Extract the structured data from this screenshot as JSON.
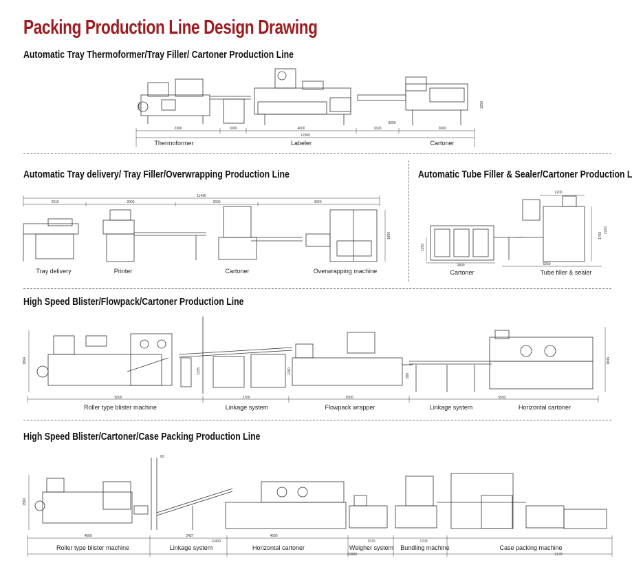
{
  "title": "Packing Production Line Design Drawing",
  "sections": {
    "s1": {
      "heading": "Automatic Tray Thermoformer/Tray Filler/ Cartoner Production Line",
      "labels": [
        "Thermoformer",
        "Labeler",
        "Cartoner"
      ],
      "dims": [
        "2300",
        "1000",
        "4000",
        "1600",
        "2600",
        "12300",
        "1650",
        "1250",
        "3000"
      ]
    },
    "s2": {
      "heading": "Automatic Tray delivery/ Tray Filler/Overwrapping Production Line",
      "labels": [
        "Tray delivery",
        "Printer",
        "Cartoner",
        "Overwrapping machine"
      ],
      "dims": [
        "11430",
        "2010",
        "2900",
        "2600",
        "3920",
        "1850"
      ]
    },
    "s3": {
      "heading": "Automatic Tube Filler & Sealer/Cartoner Production Line",
      "labels": [
        "Cartoner",
        "Tube filler & sealer"
      ],
      "dims": [
        "2200",
        "2800",
        "5250",
        "1250",
        "1750",
        "2200"
      ]
    },
    "s4": {
      "heading": "High Speed Blister/Flowpack/Cartoner Production Line",
      "labels": [
        "Roller type blister machine",
        "Linkage system",
        "Flowpack wrapper",
        "Linkage system",
        "Horizontal cartoner"
      ],
      "dims": [
        "5000",
        "2700",
        "3500",
        "5593",
        "1864",
        "1335",
        "1260",
        "880",
        "1845"
      ]
    },
    "s5": {
      "heading": "High Speed Blister/Cartoner/Case Packing Production Line",
      "labels": [
        "Roller type blister machine",
        "Linkage system",
        "Horizontal cartoner",
        "Weigher system",
        "Bundling machine",
        "Case packing machine"
      ],
      "dims": [
        "4000",
        "2427",
        "11400",
        "4600",
        "1570",
        "19900",
        "1700",
        "3178",
        "80",
        "1580"
      ]
    }
  }
}
